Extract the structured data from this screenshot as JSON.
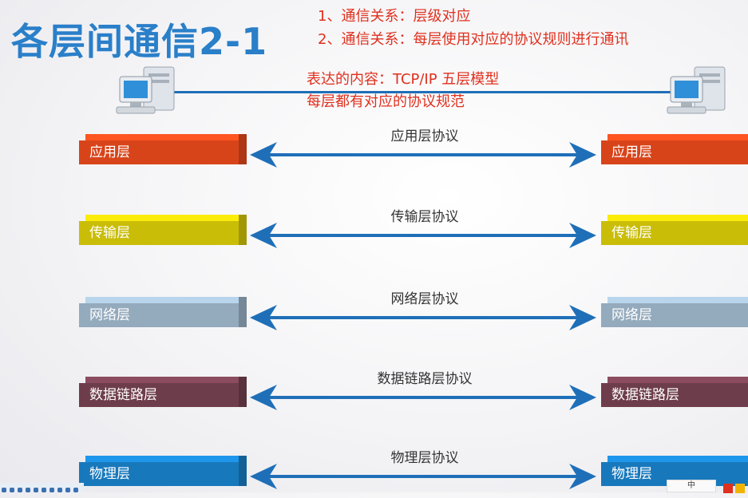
{
  "title": "各层间通信2-1",
  "notes": [
    "1、通信关系：层级对应",
    "2、通信关系：每层使用对应的协议规则进行通讯"
  ],
  "content": [
    "表达的内容：TCP/IP 五层模型",
    "每层都有对应的协议规范"
  ],
  "layers": [
    {
      "name": "应用层",
      "protocol": "应用层协议",
      "color": "#d8441a"
    },
    {
      "name": "传输层",
      "protocol": "传输层协议",
      "color": "#c9bd08"
    },
    {
      "name": "网络层",
      "protocol": "网络层协议",
      "color": "#94aabd"
    },
    {
      "name": "数据链路层",
      "protocol": "数据链路层协议",
      "color": "#6e3d4b"
    },
    {
      "name": "物理层",
      "protocol": "物理层协议",
      "color": "#1878bc"
    }
  ],
  "ime_label": "中",
  "colors": {
    "title": "#2a7fc9",
    "note": "#e0301e",
    "arrow": "#1f6fb8"
  }
}
